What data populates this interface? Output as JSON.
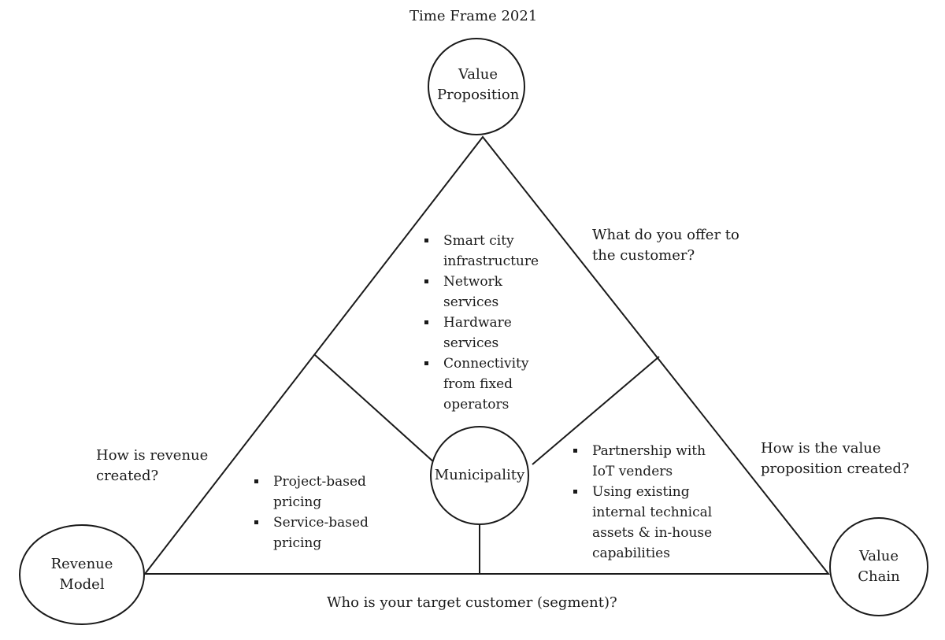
{
  "title": "Time Frame 2021",
  "nodes": {
    "value_proposition": [
      "Value",
      "Proposition"
    ],
    "revenue_model": [
      "Revenue",
      "Model"
    ],
    "value_chain": [
      "Value",
      "Chain"
    ],
    "center": "Municipality"
  },
  "questions": {
    "what": [
      "What do you offer to",
      "the customer?"
    ],
    "revenue": [
      "How is revenue",
      "created?"
    ],
    "how": [
      "How is the value",
      "proposition created?"
    ],
    "who": "Who is your target customer (segment)?"
  },
  "offer_items": [
    [
      "Smart city",
      "infrastructure"
    ],
    [
      "Network",
      "services"
    ],
    [
      "Hardware",
      "services"
    ],
    [
      "Connectivity",
      "from fixed",
      "operators"
    ]
  ],
  "revenue_items": [
    [
      "Project-based",
      "pricing"
    ],
    [
      "Service-based",
      "pricing"
    ]
  ],
  "value_chain_items": [
    [
      "Partnership with",
      "IoT venders"
    ],
    [
      "Using existing",
      "internal technical",
      "assets & in-house",
      "capabilities"
    ]
  ]
}
